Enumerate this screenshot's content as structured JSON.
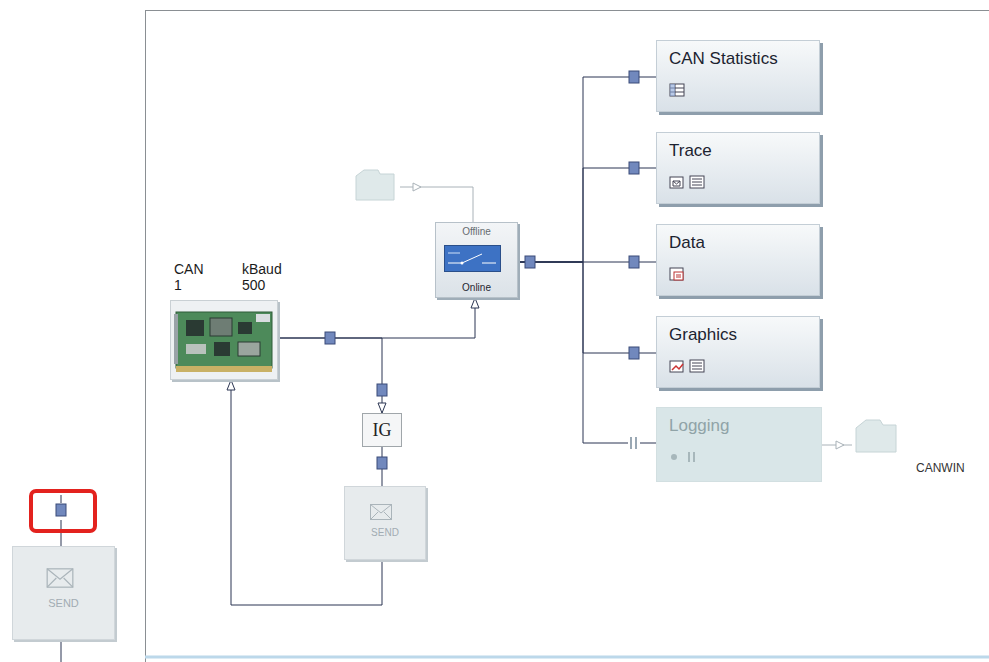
{
  "diagram": {
    "nodes": [
      {
        "text": [
          "CAN 1",
          "kBaud 500"
        ]
      },
      {
        "text": [
          "IG"
        ]
      },
      {
        "text": [
          "SEND"
        ]
      },
      {
        "text": [
          "Offline",
          "Online"
        ]
      },
      {
        "text": [
          "CAN Statistics"
        ]
      },
      {
        "text": [
          "Trace"
        ]
      },
      {
        "text": [
          "Data"
        ]
      },
      {
        "text": [
          "Graphics"
        ]
      },
      {
        "text": [
          "Logging"
        ]
      },
      {
        "text": [
          "SEND"
        ]
      }
    ],
    "edges": [
      {
        "from": 0,
        "to": 3,
        "arrow": "to"
      },
      {
        "from": 0,
        "to": 1,
        "arrow": "to"
      },
      {
        "from": 1,
        "to": 2,
        "arrow": "none"
      },
      {
        "from": 2,
        "to": 0,
        "arrow": "to"
      },
      {
        "from": 3,
        "to": 4,
        "arrow": "none"
      },
      {
        "from": 3,
        "to": 5,
        "arrow": "none"
      },
      {
        "from": 3,
        "to": 6,
        "arrow": "none"
      },
      {
        "from": 3,
        "to": 7,
        "arrow": "none"
      },
      {
        "from": 3,
        "to": 8,
        "arrow": "none"
      }
    ],
    "labels": [
      "CANWIN"
    ]
  }
}
